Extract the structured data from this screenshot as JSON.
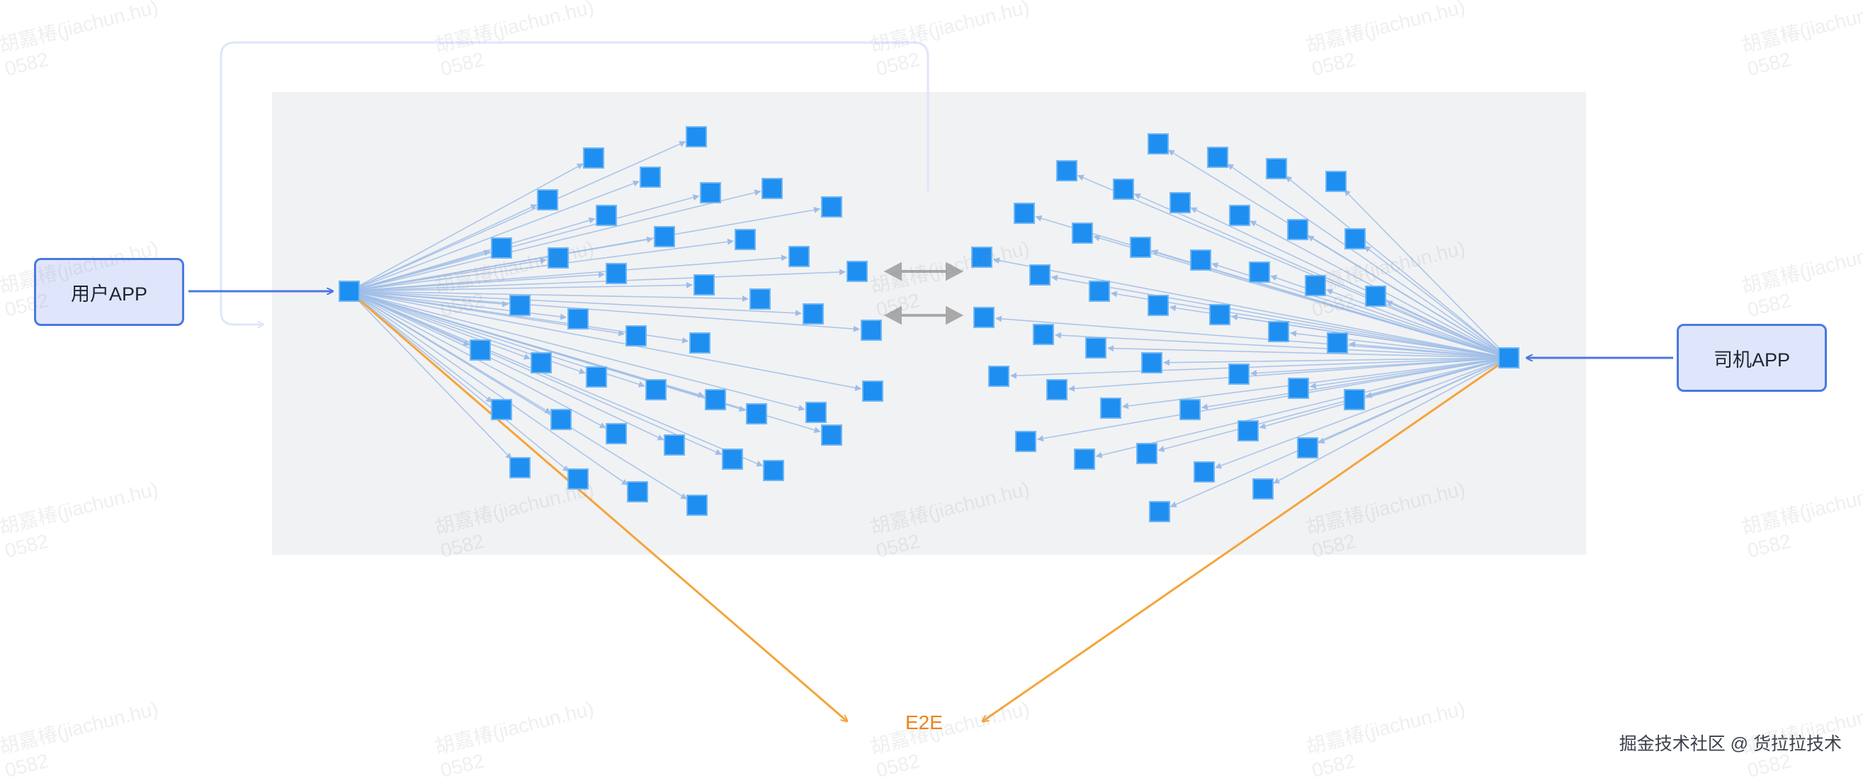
{
  "user_app": {
    "label": "用户APP"
  },
  "driver_app": {
    "label": "司机APP"
  },
  "e2e": {
    "label": "E2E"
  },
  "footer": {
    "credit": "掘金技术社区 @ 货拉拉技术"
  },
  "watermark": {
    "name": "胡嘉椿(jiachun.hu)",
    "id": "0582"
  },
  "colors": {
    "panel": "#f1f2f4",
    "node": "#1e8ff0",
    "node_border": "#6fb6f5",
    "fan_lines": "#9fbde6",
    "app_arrow": "#4b78e0",
    "e2e_arrow": "#f5a43a",
    "e2e_text": "#f0821a",
    "loop_line": "#dfe6fb",
    "bidirectional_arrow": "#a9a9a9"
  }
}
